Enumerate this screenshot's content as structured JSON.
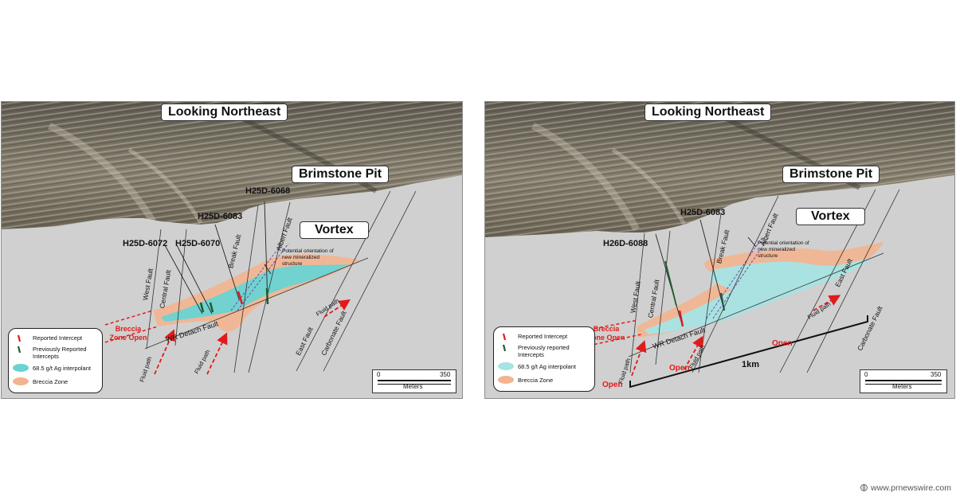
{
  "left_panel": {
    "title": "Looking Northeast",
    "pit_label": "Brimstone Pit",
    "deposit_label": "Vortex",
    "drill_holes": [
      "H25D-6068",
      "H25D-6083",
      "H25D-6072",
      "H25D-6070"
    ],
    "faults": {
      "west": "West Fault",
      "central": "Central Fault",
      "break": "Break Fault",
      "albert": "Albert Fault",
      "east": "East Fault",
      "carbonate": "Carbonate Fault",
      "wr_detach": "WR Detach Fault"
    },
    "fluid_path": "Fluid path",
    "potential_note": "Potential orientation of new mineralized structure",
    "breccia_open": "Breccia Zone Open",
    "legend": {
      "reported": "Reported Intercept",
      "previous": "Previously Reported Intercepts",
      "ag": "68.5 g/t Ag interpolant",
      "breccia": "Breccia Zone"
    },
    "scale": {
      "min": "0",
      "max": "350",
      "unit": "Meters"
    }
  },
  "right_panel": {
    "title": "Looking Northeast",
    "pit_label": "Brimstone Pit",
    "deposit_label": "Vortex",
    "drill_holes": [
      "H25D-6083",
      "H26D-6088"
    ],
    "faults": {
      "west": "West Fault",
      "central": "Central Fault",
      "break": "Break Fault",
      "albert": "Albert Fault",
      "east": "East Fault",
      "carbonate": "Carbonate Fault",
      "wr_detach": "WR Detach Fault"
    },
    "fluid_path": "Fluid path",
    "potential_note": "Potential orientation of new mineralized structure",
    "breccia_open": "Breccia Zone Open",
    "open": "Open",
    "distance": "1km",
    "legend": {
      "reported": "Reported Intercept",
      "previous": "Previously reported Intercepts",
      "ag": "68.5 g/t Ag interpolant",
      "breccia": "Breccia Zone"
    },
    "scale": {
      "min": "0",
      "max": "350",
      "unit": "Meters"
    }
  },
  "colors": {
    "breccia": "#f2b490",
    "ag_left": "#69d3d3",
    "ag_right": "#a4e4e4",
    "background": "#d0d0d0",
    "red": "#e21a1a",
    "green": "#1f5c2e",
    "purple": "#6a3fa8"
  },
  "footer": {
    "source": "www.prnewswire.com"
  }
}
